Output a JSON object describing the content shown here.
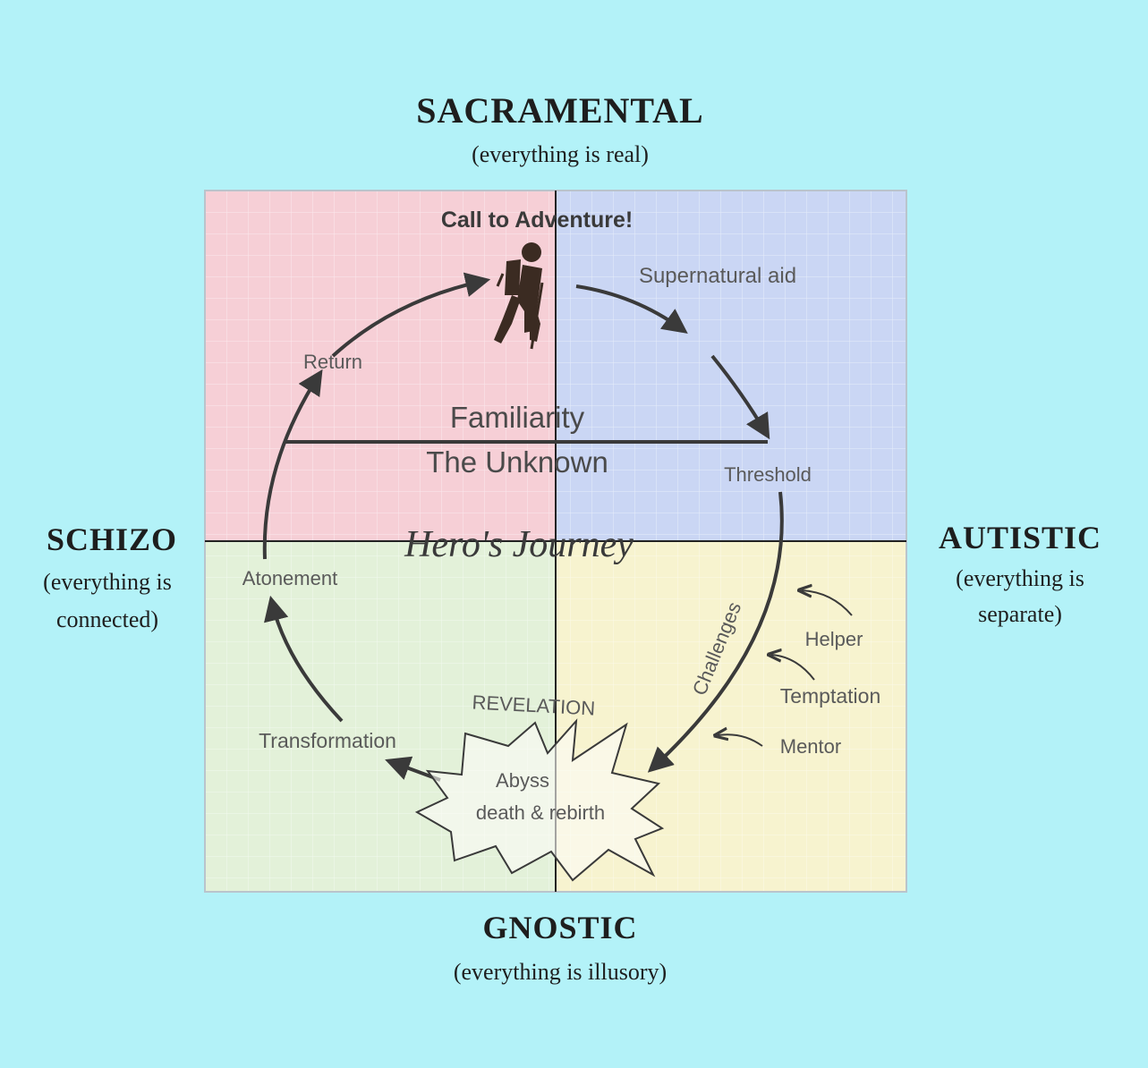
{
  "axes": {
    "top": {
      "title": "SACRAMENTAL",
      "subtitle": "(everything is real)"
    },
    "left": {
      "title": "SCHIZO",
      "subtitle_line1": "(everything is",
      "subtitle_line2": "connected)"
    },
    "right": {
      "title": "AUTISTIC",
      "subtitle_line1": "(everything is",
      "subtitle_line2": "separate)"
    },
    "bottom": {
      "title": "GNOSTIC",
      "subtitle": "(everything is illusory)"
    }
  },
  "colors": {
    "background": "#b3f2f8",
    "quadrant_top_left": "#f6cfd6",
    "quadrant_top_right": "#cad6f4",
    "quadrant_bottom_left": "#e3f1d9",
    "quadrant_bottom_right": "#f7f3cf",
    "arrow": "#3a3a3a",
    "label": "#5a5a5a"
  },
  "journey": {
    "title": "Hero's Journey",
    "call": "Call to Adventure!",
    "supernatural_aid": "Supernatural aid",
    "return": "Return",
    "familiarity": "Familiarity",
    "unknown": "The Unknown",
    "threshold": "Threshold",
    "atonement": "Atonement",
    "challenges": "Challenges",
    "helper": "Helper",
    "temptation": "Temptation",
    "mentor": "Mentor",
    "revelation": "REVELATION",
    "transformation": "Transformation",
    "abyss": "Abyss",
    "death_rebirth": "death & rebirth"
  },
  "icons": {
    "hero": "hiker-icon"
  }
}
